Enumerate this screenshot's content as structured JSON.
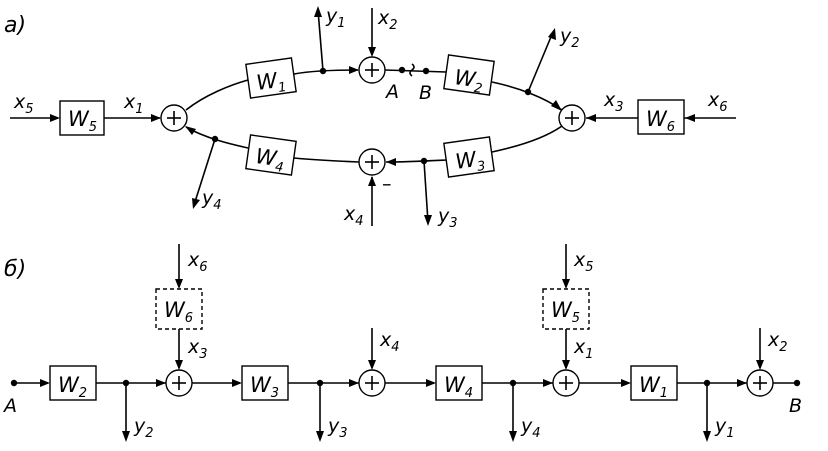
{
  "part_a": {
    "letter": "а)",
    "blocks": {
      "W1": "W",
      "W1_sub": "1",
      "W2": "W",
      "W2_sub": "2",
      "W3": "W",
      "W3_sub": "3",
      "W4": "W",
      "W4_sub": "4",
      "W5": "W",
      "W5_sub": "5",
      "W6": "W",
      "W6_sub": "6"
    },
    "signals": {
      "x1": "x",
      "x1_sub": "1",
      "x2": "x",
      "x2_sub": "2",
      "x3": "x",
      "x3_sub": "3",
      "x4": "x",
      "x4_sub": "4",
      "x5": "x",
      "x5_sub": "5",
      "x6": "x",
      "x6_sub": "6",
      "y1": "y",
      "y1_sub": "1",
      "y2": "y",
      "y2_sub": "2",
      "y3": "y",
      "y3_sub": "3",
      "y4": "y",
      "y4_sub": "4"
    },
    "points": {
      "A": "A",
      "B": "B"
    },
    "minus_sign": "–"
  },
  "part_b": {
    "letter": "б)",
    "blocks": {
      "W2": "W",
      "W2_sub": "2",
      "W3": "W",
      "W3_sub": "3",
      "W4": "W",
      "W4_sub": "4",
      "W1": "W",
      "W1_sub": "1",
      "W6": "W",
      "W6_sub": "6",
      "W5": "W",
      "W5_sub": "5"
    },
    "signals": {
      "x6": "x",
      "x6_sub": "6",
      "x3": "x",
      "x3_sub": "3",
      "x4": "x",
      "x4_sub": "4",
      "x5": "x",
      "x5_sub": "5",
      "x1": "x",
      "x1_sub": "1",
      "x2": "x",
      "x2_sub": "2",
      "y2": "y",
      "y2_sub": "2",
      "y3": "y",
      "y3_sub": "3",
      "y4": "y",
      "y4_sub": "4",
      "y1": "y",
      "y1_sub": "1"
    },
    "points": {
      "A": "A",
      "B": "B"
    }
  }
}
